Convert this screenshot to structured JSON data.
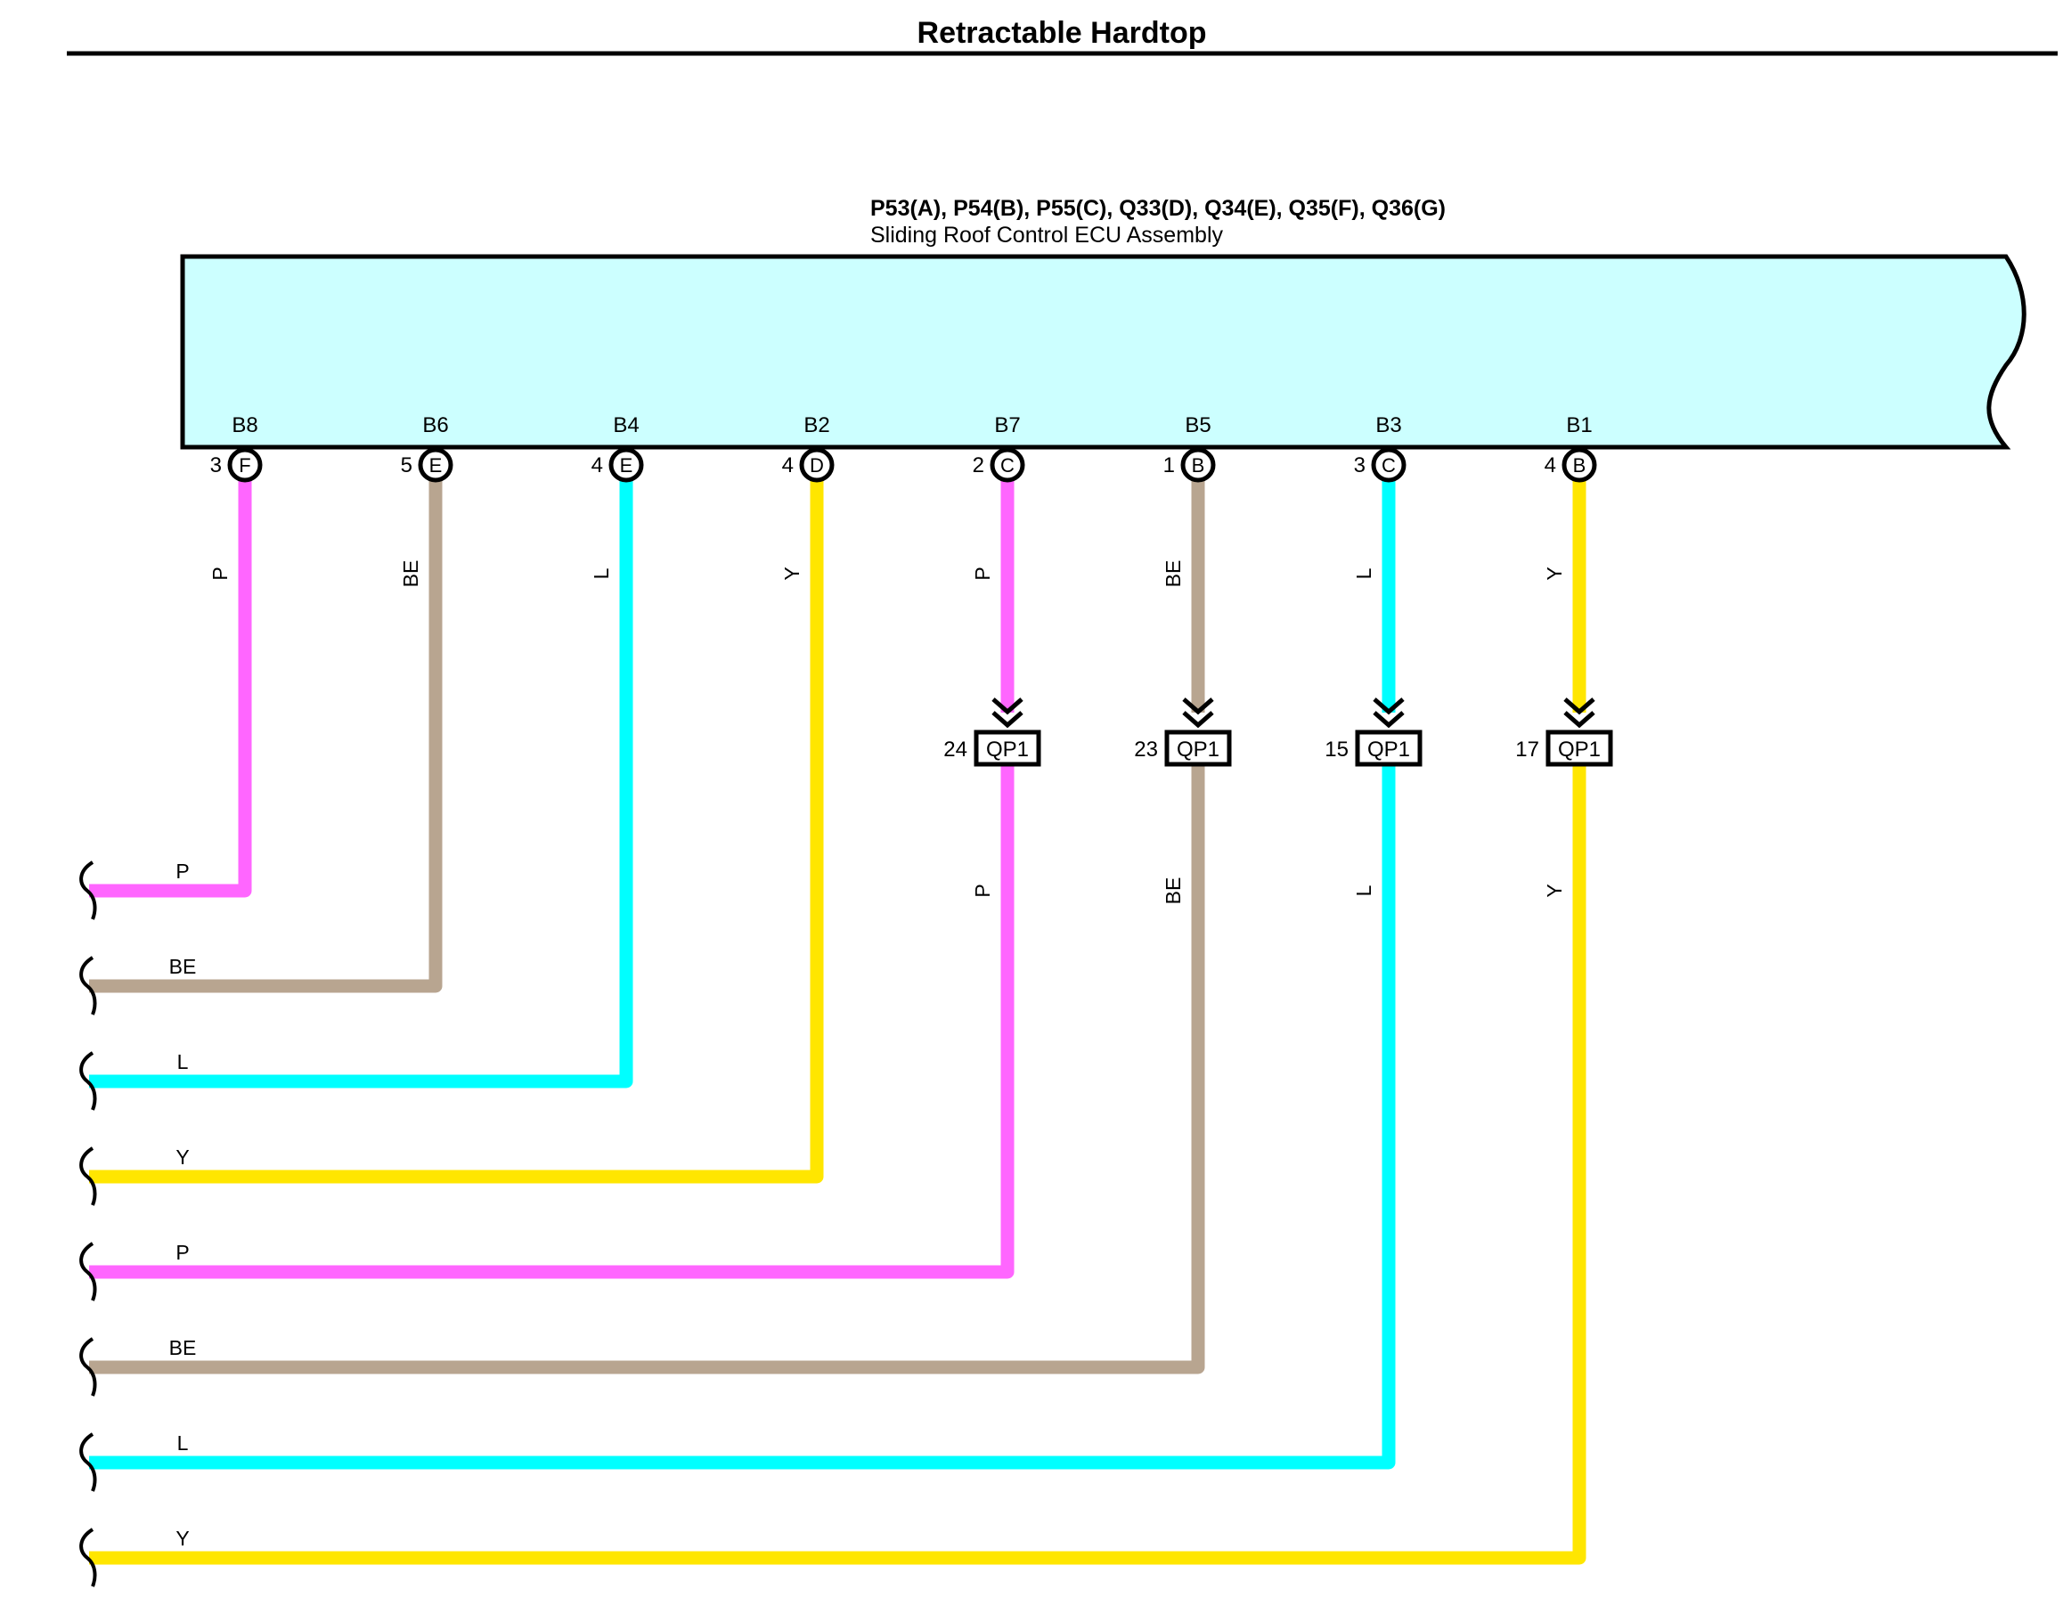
{
  "title": "Retractable Hardtop",
  "ecu": {
    "code": "P53(A), P54(B), P55(C), Q33(D), Q34(E), Q35(F), Q36(G)",
    "name": "Sliding Roof Control ECU Assembly"
  },
  "colors": {
    "P": "#ff66ff",
    "BE": "#b8a590",
    "L": "#00ffff",
    "Y": "#ffe600",
    "ecu_fill": "#ccffff"
  },
  "pins": [
    {
      "label": "B8",
      "num": "3",
      "conn": "F",
      "wire": "P"
    },
    {
      "label": "B6",
      "num": "5",
      "conn": "E",
      "wire": "BE"
    },
    {
      "label": "B4",
      "num": "4",
      "conn": "E",
      "wire": "L"
    },
    {
      "label": "B2",
      "num": "4",
      "conn": "D",
      "wire": "Y"
    },
    {
      "label": "B7",
      "num": "2",
      "conn": "C",
      "wire": "P"
    },
    {
      "label": "B5",
      "num": "1",
      "conn": "B",
      "wire": "BE"
    },
    {
      "label": "B3",
      "num": "3",
      "conn": "C",
      "wire": "L"
    },
    {
      "label": "B1",
      "num": "4",
      "conn": "B",
      "wire": "Y"
    }
  ],
  "connectors": [
    {
      "name": "QP1",
      "num": "24"
    },
    {
      "name": "QP1",
      "num": "23"
    },
    {
      "name": "QP1",
      "num": "15"
    },
    {
      "name": "QP1",
      "num": "17"
    }
  ],
  "left_labels": [
    "P",
    "BE",
    "L",
    "Y",
    "P",
    "BE",
    "L",
    "Y"
  ]
}
